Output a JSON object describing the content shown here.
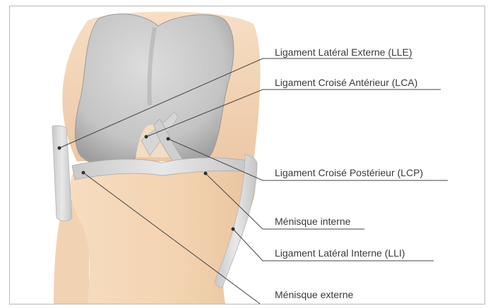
{
  "labels": {
    "lle": "Ligament Latéral Externe (LLE)",
    "lca": "Ligament Croisé Antérieur (LCA)",
    "lcp": "Ligament Croisé Postérieur (LCP)",
    "menisque_interne": "Ménisque interne",
    "lli": "Ligament Latéral Interne (LLI)",
    "menisque_externe": "Ménisque externe"
  },
  "colors": {
    "bone": "#f3d6b6",
    "bone_shade": "#e6bf98",
    "cartilage": "#c9c9c9",
    "cartilage_shade": "#a9a9a9",
    "ligament": "#d9d9d9",
    "leader_line": "#444444"
  }
}
